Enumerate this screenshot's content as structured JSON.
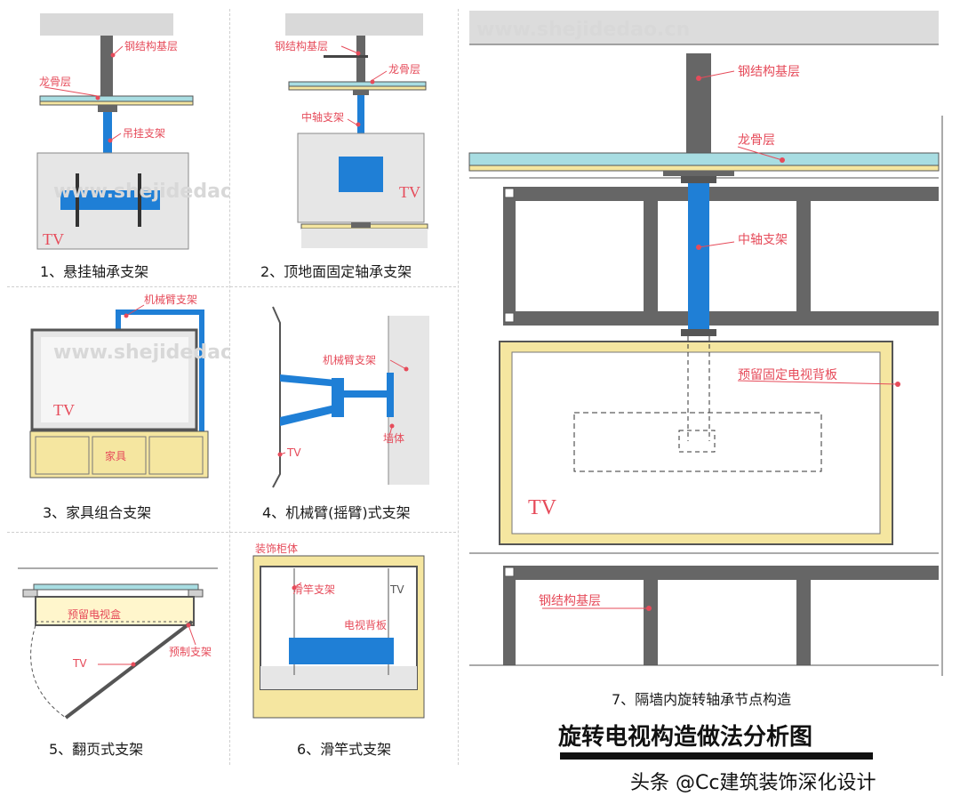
{
  "title": "旋转电视构造做法分析图",
  "footer": "头条 @Cc建筑装饰深化设计",
  "watermark": "www.shejidedao.cn",
  "colors": {
    "steel": "#666666",
    "blue": "#1f7fd6",
    "label": "#e64b5a",
    "ceiling": "#a8dde2",
    "furniture": "#f5e6a0",
    "wall": "#e6e6e6"
  },
  "panels": [
    {
      "id": 1,
      "caption": "1、悬挂轴承支架",
      "labels": [
        "钢结构基层",
        "龙骨层",
        "吊挂支架"
      ],
      "tv": "TV"
    },
    {
      "id": 2,
      "caption": "2、顶地面固定轴承支架",
      "labels": [
        "钢结构基层",
        "龙骨层",
        "中轴支架"
      ],
      "tv": "TV"
    },
    {
      "id": 3,
      "caption": "3、家具组合支架",
      "labels": [
        "机械臂支架",
        "家具"
      ],
      "tv": "TV"
    },
    {
      "id": 4,
      "caption": "4、机械臂(摇臂)式支架",
      "labels": [
        "机械臂支架",
        "墙体"
      ],
      "tv": "TV"
    },
    {
      "id": 5,
      "caption": "5、翻页式支架",
      "labels": [
        "预留电视盒",
        "预制支架"
      ],
      "tv": "TV"
    },
    {
      "id": 6,
      "caption": "6、滑竿式支架",
      "labels": [
        "装饰柜体",
        "滑竿支架",
        "电视背板"
      ],
      "tv": "TV"
    },
    {
      "id": 7,
      "caption": "7、隔墙内旋转轴承节点构造",
      "labels": [
        "钢结构基层",
        "龙骨层",
        "中轴支架",
        "预留固定电视背板",
        "钢结构基层"
      ],
      "tv": "TV"
    }
  ]
}
